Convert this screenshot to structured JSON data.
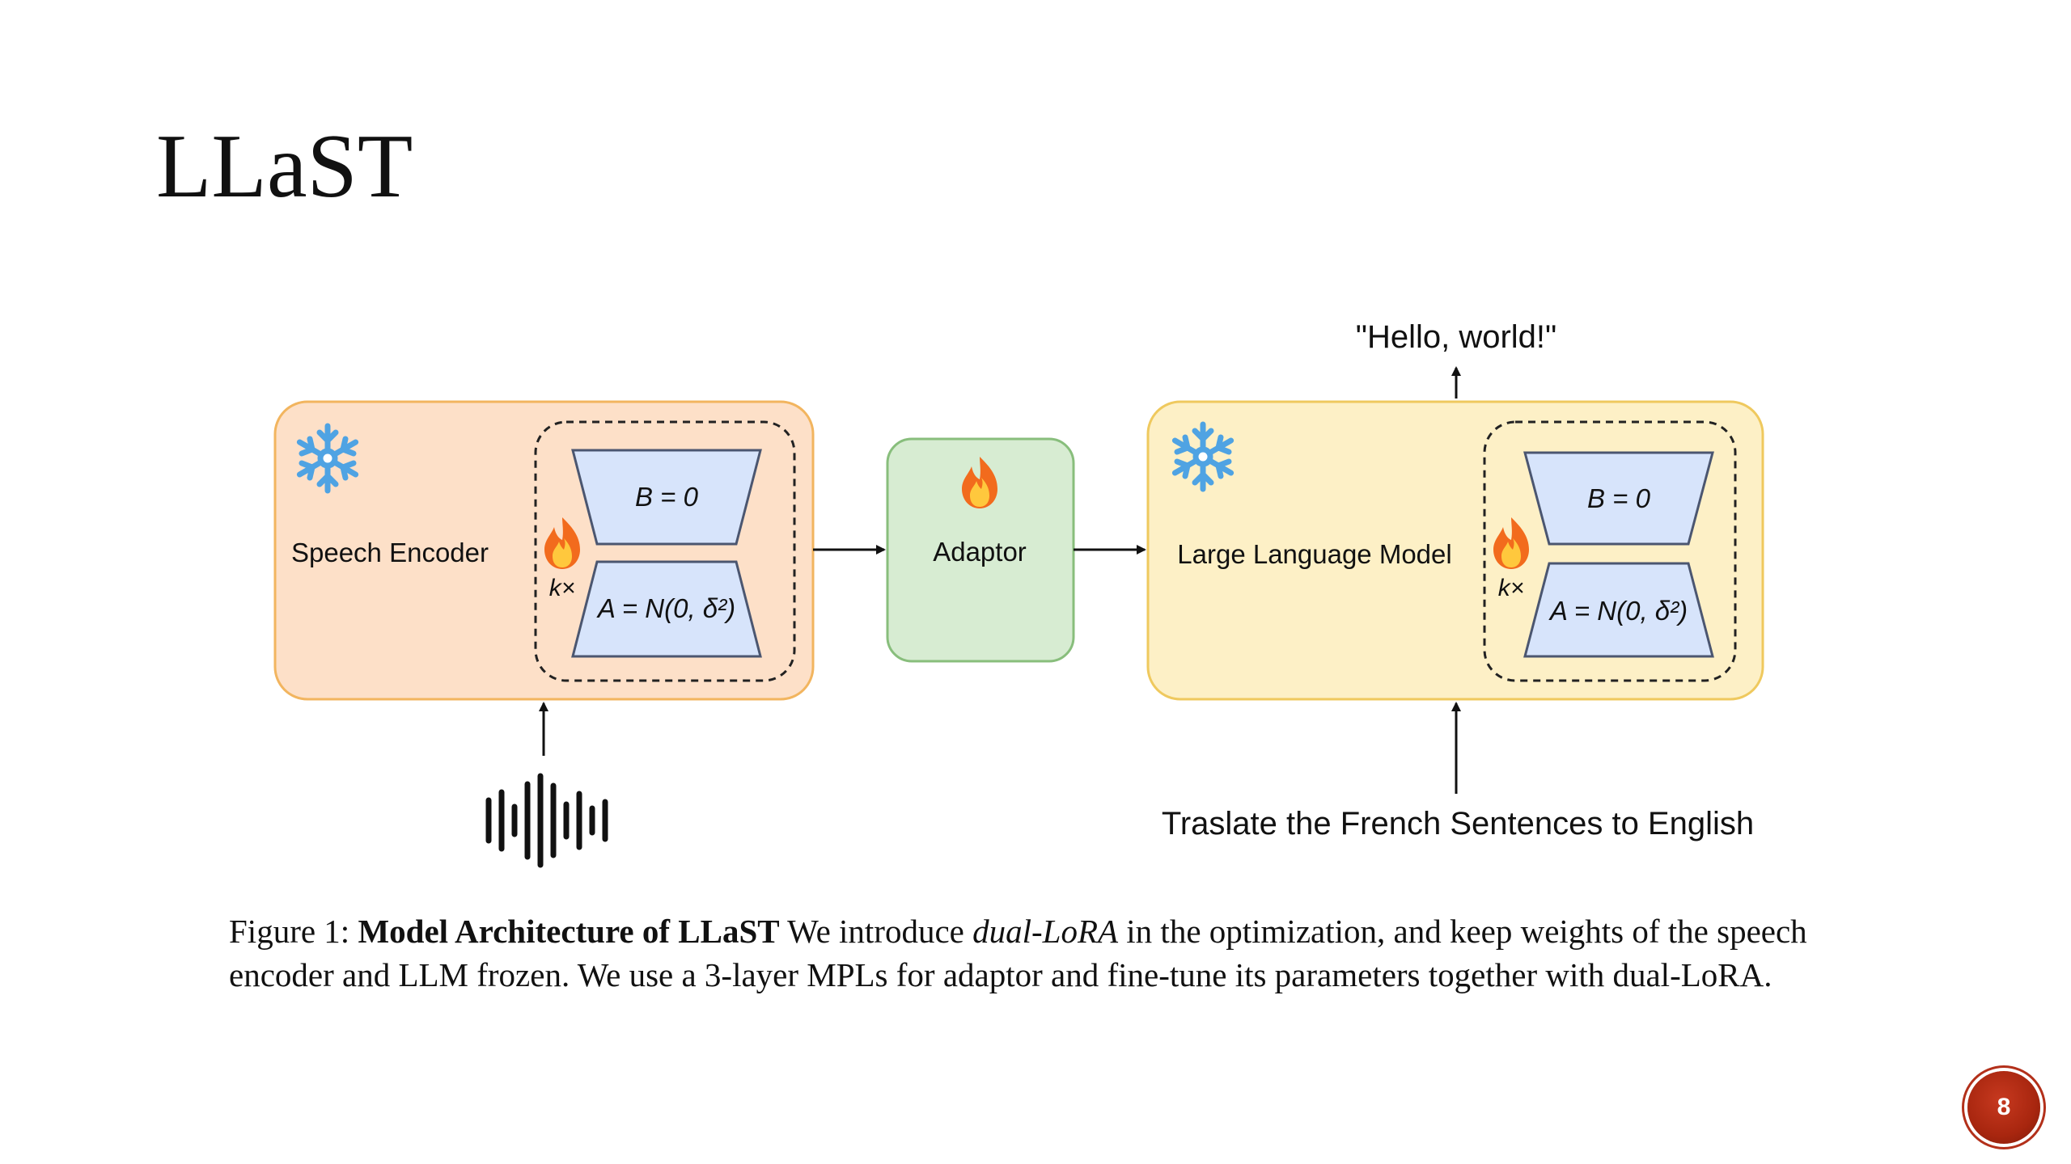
{
  "slide": {
    "title": "LLaST",
    "page_number": "8"
  },
  "diagram": {
    "output_text": "\"Hello, world!\"",
    "speech_encoder": {
      "label": "Speech Encoder",
      "lora_top": "B = 0",
      "lora_bottom": "A = N(0, δ²)",
      "repeat": "k×"
    },
    "adaptor": {
      "label": "Adaptor"
    },
    "llm": {
      "label": "Large Language Model",
      "lora_top": "B = 0",
      "lora_bottom": "A = N(0, δ²)",
      "repeat": "k×"
    },
    "prompt_text": "Traslate the French Sentences to English",
    "colors": {
      "speech_encoder_fill": "#fde0c8",
      "speech_encoder_stroke": "#f2b55f",
      "adaptor_fill": "#d7ecd2",
      "adaptor_stroke": "#88be7c",
      "llm_fill": "#fdf0c6",
      "llm_stroke": "#efc95e",
      "lora_fill": "#d7e4fb",
      "lora_stroke": "#4b5670",
      "snowflake": "#4fa3e3",
      "flame": "#f26b1d"
    }
  },
  "caption": {
    "prefix": "Figure 1: ",
    "bold": "Model Architecture of LLaST",
    "text1": " We introduce ",
    "italic": "dual-LoRA",
    "text2": " in the optimization, and keep weights of the speech encoder and LLM frozen. We use a 3-layer MPLs for adaptor and fine-tune its parameters together with dual-LoRA."
  }
}
